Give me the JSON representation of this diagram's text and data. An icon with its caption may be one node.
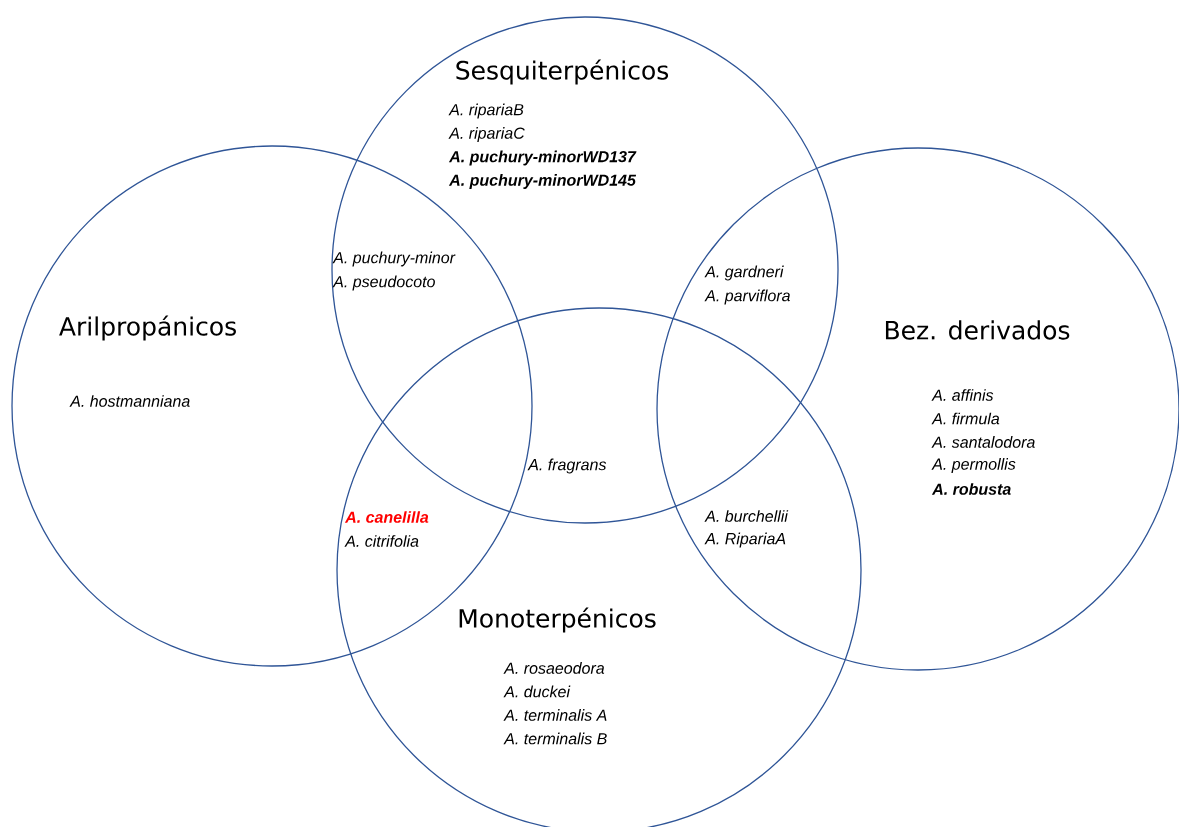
{
  "diagram": {
    "nodes": [
      {
        "text": [
          "Sesquiterpénicos",
          "A. ripariaB",
          "A. ripariaC",
          "**A. puchury-minorWD137**",
          "**A. puchury-minorWD145**"
        ]
      },
      {
        "text": [
          "Arilpropánicos",
          "A. hostmanniana"
        ]
      },
      {
        "text": [
          "Bez. derivados",
          "A. affinis",
          "A. firmula",
          "A. santalodora",
          "A. permollis",
          "**A. robusta**"
        ]
      },
      {
        "text": [
          "Monoterpénicos",
          "A. rosaeodora",
          "A. duckei",
          "A. terminalis A",
          "A. terminalis B"
        ]
      }
    ],
    "labels": [
      "A. puchury-minor",
      "A. pseudocoto",
      "A. gardneri",
      "A. parviflora",
      "A. fragrans",
      "**A. canelilla**",
      "A. citrifolia",
      "A. burchellii",
      "A. RipariaA"
    ]
  }
}
